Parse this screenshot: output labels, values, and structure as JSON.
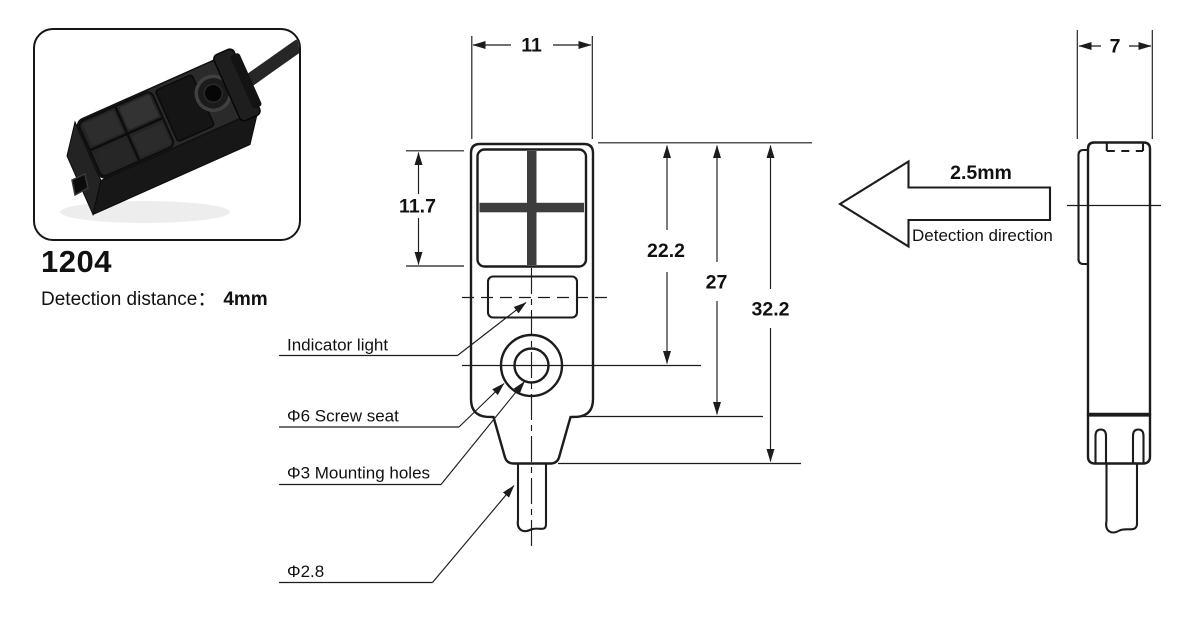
{
  "product": {
    "model": "1204",
    "detection_distance_label": "Detection distance：",
    "detection_distance_value": "4mm"
  },
  "front_view": {
    "dims": {
      "width": "11",
      "sensing_height": "11.7",
      "to_hole_center": "22.2",
      "to_shoulder": "27",
      "overall": "32.2"
    },
    "callouts": {
      "indicator": "Indicator light",
      "screw_seat": "Φ6 Screw seat",
      "mounting_holes": "Φ3 Mounting holes",
      "cable_diameter": "Φ2.8"
    }
  },
  "side_view": {
    "dims": {
      "width": "7"
    },
    "detection_distance": "2.5mm",
    "detection_label": "Detection direction"
  },
  "colors": {
    "line": "#1c1c1c",
    "sensing_cross": "#3d3d3d",
    "background": "#ffffff"
  }
}
